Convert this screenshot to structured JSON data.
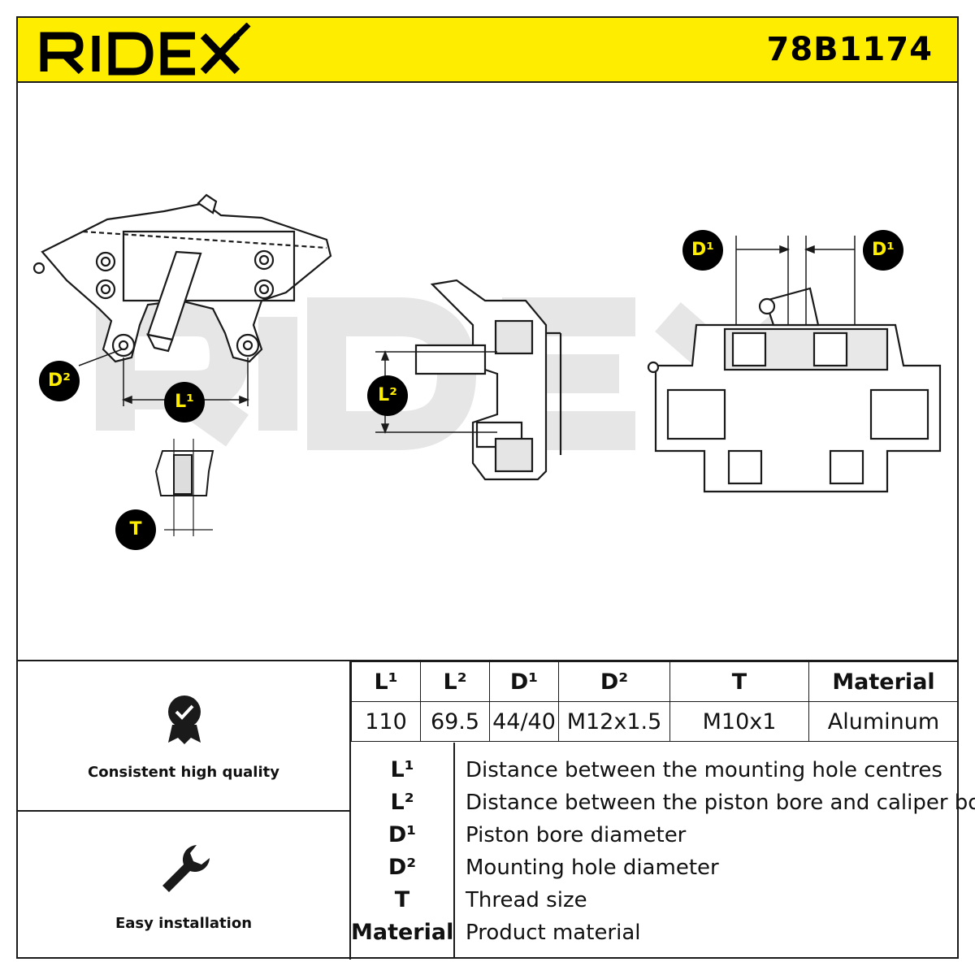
{
  "brand": {
    "logo_text": "RIDEX",
    "part_number": "78B1174",
    "watermark_text": "RIDEX",
    "colors": {
      "accent": "#ffed00",
      "ink": "#1a1a1a"
    }
  },
  "callouts": {
    "d2": "D²",
    "l1": "L¹",
    "t": "T",
    "l2": "L²",
    "d1_left": "D¹",
    "d1_right": "D¹"
  },
  "features": [
    {
      "icon": "quality-badge-icon",
      "label": "Consistent high quality"
    },
    {
      "icon": "wrench-icon",
      "label": "Easy installation"
    }
  ],
  "specs": {
    "headers": [
      "L¹",
      "L²",
      "D¹",
      "D²",
      "T",
      "Material"
    ],
    "values": [
      "110",
      "69.5",
      "44/40",
      "M12x1.5",
      "M10x1",
      "Aluminum"
    ]
  },
  "legend": [
    {
      "key": "L¹",
      "desc": "Distance between the mounting hole centres"
    },
    {
      "key": "L²",
      "desc": "Distance between the piston bore and caliper body"
    },
    {
      "key": "D¹",
      "desc": "Piston bore diameter"
    },
    {
      "key": "D²",
      "desc": "Mounting hole diameter"
    },
    {
      "key": "T",
      "desc": "Thread size"
    },
    {
      "key": "Material",
      "desc": "Product material"
    }
  ]
}
